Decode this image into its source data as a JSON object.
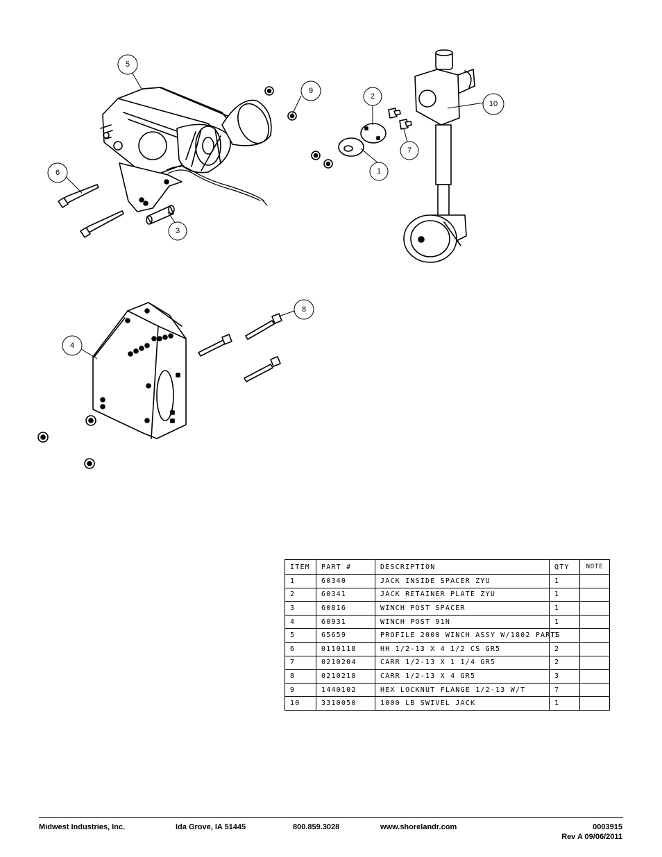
{
  "callouts": [
    "1",
    "2",
    "3",
    "4",
    "5",
    "6",
    "7",
    "8",
    "9",
    "10"
  ],
  "table": {
    "headers": [
      "ITEM",
      "PART #",
      "DESCRIPTION",
      "QTY",
      "NOTE"
    ],
    "rows": [
      [
        "1",
        "60340",
        "JACK INSIDE SPACER ZYU",
        "1",
        ""
      ],
      [
        "2",
        "60341",
        "JACK RETAINER PLATE ZYU",
        "1",
        ""
      ],
      [
        "3",
        "60816",
        "WINCH POST SPACER",
        "1",
        ""
      ],
      [
        "4",
        "60931",
        "WINCH POST 91N",
        "1",
        ""
      ],
      [
        "5",
        "65659",
        "PROFILE 2000 WINCH ASSY W/1802 PARTS",
        "1",
        ""
      ],
      [
        "6",
        "0110118",
        "HH 1/2-13 X 4 1/2 CS GR5",
        "2",
        ""
      ],
      [
        "7",
        "0210204",
        "CARR 1/2-13 X 1 1/4 GR5",
        "2",
        ""
      ],
      [
        "8",
        "0210218",
        "CARR 1/2-13 X 4 GR5",
        "3",
        ""
      ],
      [
        "9",
        "1440102",
        "HEX LOCKNUT FLANGE 1/2-13 W/T",
        "7",
        ""
      ],
      [
        "10",
        "3310050",
        "1000 LB SWIVEL JACK",
        "1",
        ""
      ]
    ]
  },
  "footer": {
    "company": "Midwest Industries, Inc.",
    "location": "Ida Grove, IA  51445",
    "phone": "800.859.3028",
    "website": "www.shorelandr.com",
    "doc_number": "0003915",
    "revision": "Rev A  09/06/2011"
  }
}
